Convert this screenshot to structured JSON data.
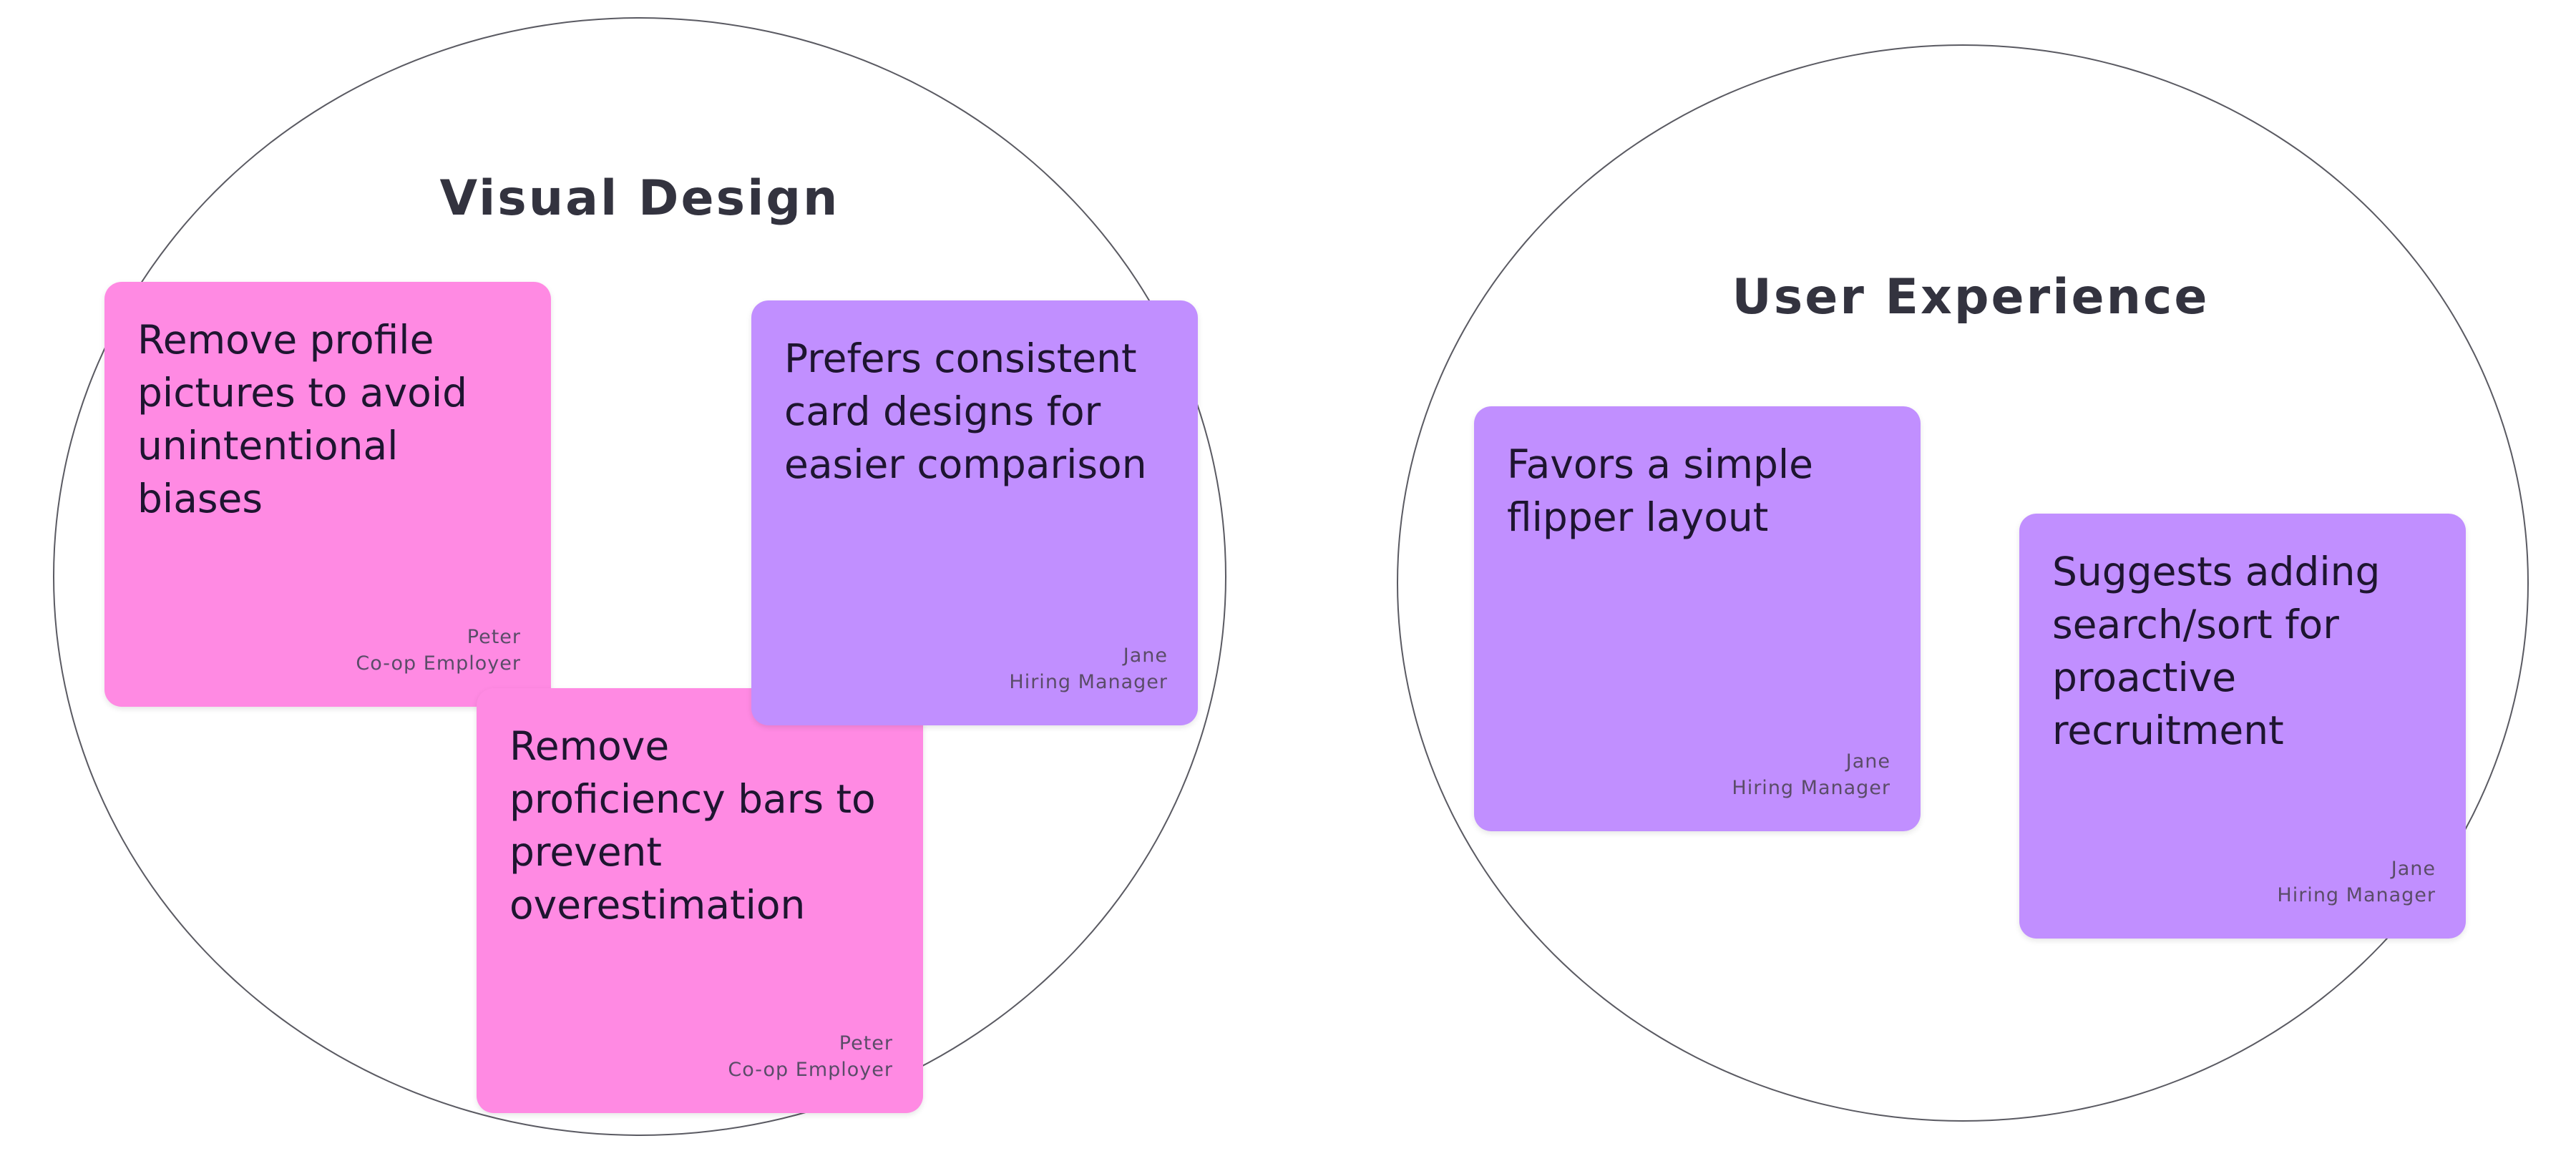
{
  "clusters": {
    "visual_design": {
      "title": "Visual Design",
      "notes": [
        {
          "text": "Remove profile pictures to avoid unintentional biases",
          "author": "Peter",
          "role": "Co-op Employer",
          "color": "#ff8ae3"
        },
        {
          "text": "Prefers consistent card designs for easier comparison",
          "author": "Jane",
          "role": "Hiring Manager",
          "color": "#c18fff"
        },
        {
          "text": "Remove proficiency bars to prevent overestimation",
          "author": "Peter",
          "role": "Co-op Employer",
          "color": "#ff8ae3"
        }
      ]
    },
    "user_experience": {
      "title": "User Experience",
      "notes": [
        {
          "text": "Favors a simple flipper layout",
          "author": "Jane",
          "role": "Hiring Manager",
          "color": "#c18fff"
        },
        {
          "text": "Suggests adding search/sort for proactive recruitment",
          "author": "Jane",
          "role": "Hiring Manager",
          "color": "#c18fff"
        }
      ]
    }
  },
  "colors": {
    "pink_note": "#ff8ae3",
    "purple_note": "#c18fff",
    "title_text": "#33333f",
    "circle_stroke": "#5a5a62"
  }
}
